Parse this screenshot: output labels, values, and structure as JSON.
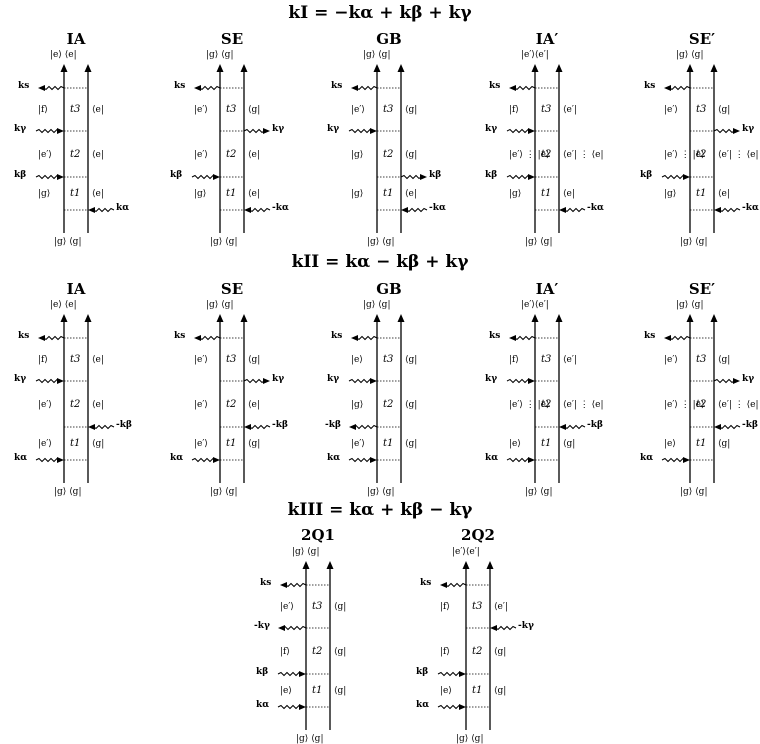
{
  "sections": [
    {
      "title": "kI = −kα + kβ + kγ",
      "diagrams": [
        {
          "title": "IA",
          "top": "|e⟩ ⟨e|",
          "bottom": "|g⟩ ⟨g|",
          "rows": [
            {
              "left": "|f⟩",
              "t": "t3",
              "right": "⟨e|"
            },
            {
              "left": "|e′⟩",
              "t": "t2",
              "right": "⟨e|"
            },
            {
              "left": "|g⟩",
              "t": "t1",
              "right": "⟨e|"
            }
          ],
          "ks": "ks",
          "fields": [
            {
              "label": "kγ",
              "side": "left",
              "dir": "in"
            },
            {
              "label": "kβ",
              "side": "left",
              "dir": "in"
            },
            {
              "label": "kα",
              "side": "right",
              "dir": "in"
            }
          ]
        },
        {
          "title": "SE",
          "top": "|g⟩ ⟨g|",
          "bottom": "|g⟩ ⟨g|",
          "rows": [
            {
              "left": "|e′⟩",
              "t": "t3",
              "right": "⟨g|"
            },
            {
              "left": "|e′⟩",
              "t": "t2",
              "right": "⟨e|"
            },
            {
              "left": "|g⟩",
              "t": "t1",
              "right": "⟨e|"
            }
          ],
          "ks": "ks",
          "fields": [
            {
              "label": "kγ",
              "side": "right",
              "dir": "out"
            },
            {
              "label": "kβ",
              "side": "left",
              "dir": "in"
            },
            {
              "label": "-kα",
              "side": "right",
              "dir": "in"
            }
          ]
        },
        {
          "title": "GB",
          "top": "|g⟩ ⟨g|",
          "bottom": "|g⟩ ⟨g|",
          "rows": [
            {
              "left": "|e′⟩",
              "t": "t3",
              "right": "⟨g|"
            },
            {
              "left": "|g⟩",
              "t": "t2",
              "right": "⟨g|"
            },
            {
              "left": "|g⟩",
              "t": "t1",
              "right": "⟨e|"
            }
          ],
          "ks": "ks",
          "fields": [
            {
              "label": "kγ",
              "side": "left",
              "dir": "in"
            },
            {
              "label": "kβ",
              "side": "right",
              "dir": "out"
            },
            {
              "label": "-kα",
              "side": "right",
              "dir": "in"
            }
          ]
        },
        {
          "title": "IA′",
          "top": "|e′⟩⟨e′|",
          "bottom": "|g⟩ ⟨g|",
          "rows": [
            {
              "left": "|f⟩",
              "t": "t3",
              "right": "⟨e′|"
            },
            {
              "left": "|e′⟩ ⋮ |e⟩",
              "t": "t2",
              "right": "⟨e′| ⋮ ⟨e|"
            },
            {
              "left": "|g⟩",
              "t": "t1",
              "right": "⟨e|"
            }
          ],
          "ks": "ks",
          "fields": [
            {
              "label": "kγ",
              "side": "left",
              "dir": "in"
            },
            {
              "label": "kβ",
              "side": "left",
              "dir": "in"
            },
            {
              "label": "-kα",
              "side": "right",
              "dir": "in"
            }
          ]
        },
        {
          "title": "SE′",
          "top": "|g⟩ ⟨g|",
          "bottom": "|g⟩ ⟨g|",
          "rows": [
            {
              "left": "|e′⟩",
              "t": "t3",
              "right": "⟨g|"
            },
            {
              "left": "|e′⟩ ⋮ |e⟩",
              "t": "t2",
              "right": "⟨e′| ⋮ ⟨e|"
            },
            {
              "left": "|g⟩",
              "t": "t1",
              "right": "⟨e|"
            }
          ],
          "ks": "ks",
          "fields": [
            {
              "label": "kγ",
              "side": "right",
              "dir": "out"
            },
            {
              "label": "kβ",
              "side": "left",
              "dir": "in"
            },
            {
              "label": "-kα",
              "side": "right",
              "dir": "in"
            }
          ]
        }
      ]
    },
    {
      "title": "kII = kα − kβ + kγ",
      "diagrams": [
        {
          "title": "IA",
          "top": "|e⟩ ⟨e|",
          "bottom": "|g⟩ ⟨g|",
          "rows": [
            {
              "left": "|f⟩",
              "t": "t3",
              "right": "⟨e|"
            },
            {
              "left": "|e′⟩",
              "t": "t2",
              "right": "⟨e|"
            },
            {
              "left": "|e′⟩",
              "t": "t1",
              "right": "⟨g|"
            }
          ],
          "ks": "ks",
          "fields": [
            {
              "label": "kγ",
              "side": "left",
              "dir": "in"
            },
            {
              "label": "-kβ",
              "side": "right",
              "dir": "in"
            },
            {
              "label": "kα",
              "side": "left",
              "dir": "in"
            }
          ]
        },
        {
          "title": "SE",
          "top": "|g⟩ ⟨g|",
          "bottom": "|g⟩ ⟨g|",
          "rows": [
            {
              "left": "|e′⟩",
              "t": "t3",
              "right": "⟨g|"
            },
            {
              "left": "|e′⟩",
              "t": "t2",
              "right": "⟨e|"
            },
            {
              "left": "|e′⟩",
              "t": "t1",
              "right": "⟨g|"
            }
          ],
          "ks": "ks",
          "fields": [
            {
              "label": "kγ",
              "side": "right",
              "dir": "out"
            },
            {
              "label": "-kβ",
              "side": "right",
              "dir": "in"
            },
            {
              "label": "kα",
              "side": "left",
              "dir": "in"
            }
          ]
        },
        {
          "title": "GB",
          "top": "|g⟩ ⟨g|",
          "bottom": "|g⟩ ⟨g|",
          "rows": [
            {
              "left": "|e⟩",
              "t": "t3",
              "right": "⟨g|"
            },
            {
              "left": "|g⟩",
              "t": "t2",
              "right": "⟨g|"
            },
            {
              "left": "|e′⟩",
              "t": "t1",
              "right": "⟨g|"
            }
          ],
          "ks": "ks",
          "fields": [
            {
              "label": "kγ",
              "side": "left",
              "dir": "in"
            },
            {
              "label": "-kβ",
              "side": "left",
              "dir": "out"
            },
            {
              "label": "kα",
              "side": "left",
              "dir": "in"
            }
          ]
        },
        {
          "title": "IA′",
          "top": "|e′⟩⟨e′|",
          "bottom": "|g⟩ ⟨g|",
          "rows": [
            {
              "left": "|f⟩",
              "t": "t3",
              "right": "⟨e′|"
            },
            {
              "left": "|e′⟩ ⋮ |e⟩",
              "t": "t2",
              "right": "⟨e′| ⋮ ⟨e|"
            },
            {
              "left": "|e⟩",
              "t": "t1",
              "right": "⟨g|"
            }
          ],
          "ks": "ks",
          "fields": [
            {
              "label": "kγ",
              "side": "left",
              "dir": "in"
            },
            {
              "label": "-kβ",
              "side": "right",
              "dir": "in"
            },
            {
              "label": "kα",
              "side": "left",
              "dir": "in"
            }
          ]
        },
        {
          "title": "SE′",
          "top": "|g⟩ ⟨g|",
          "bottom": "|g⟩ ⟨g|",
          "rows": [
            {
              "left": "|e′⟩",
              "t": "t3",
              "right": "⟨g|"
            },
            {
              "left": "|e′⟩ ⋮ |e⟩",
              "t": "t2",
              "right": "⟨e′| ⋮ ⟨e|"
            },
            {
              "left": "|e⟩",
              "t": "t1",
              "right": "⟨g|"
            }
          ],
          "ks": "ks",
          "fields": [
            {
              "label": "kγ",
              "side": "right",
              "dir": "out"
            },
            {
              "label": "-kβ",
              "side": "right",
              "dir": "in"
            },
            {
              "label": "kα",
              "side": "left",
              "dir": "in"
            }
          ]
        }
      ]
    },
    {
      "title": "kIII = kα + kβ − kγ",
      "diagrams": [
        {
          "title": "2Q1",
          "top": "|g⟩ ⟨g|",
          "bottom": "|g⟩ ⟨g|",
          "rows": [
            {
              "left": "|e′⟩",
              "t": "t3",
              "right": "⟨g|"
            },
            {
              "left": "|f⟩",
              "t": "t2",
              "right": "⟨g|"
            },
            {
              "left": "|e⟩",
              "t": "t1",
              "right": "⟨g|"
            }
          ],
          "ks": "ks",
          "fields": [
            {
              "label": "-kγ",
              "side": "left",
              "dir": "out"
            },
            {
              "label": "kβ",
              "side": "left",
              "dir": "in"
            },
            {
              "label": "kα",
              "side": "left",
              "dir": "in"
            }
          ]
        },
        {
          "title": "2Q2",
          "top": "|e′⟩⟨e′|",
          "bottom": "|g⟩ ⟨g|",
          "rows": [
            {
              "left": "|f⟩",
              "t": "t3",
              "right": "⟨e′|"
            },
            {
              "left": "|f⟩",
              "t": "t2",
              "right": "⟨g|"
            },
            {
              "left": "|e⟩",
              "t": "t1",
              "right": "⟨g|"
            }
          ],
          "ks": "ks",
          "fields": [
            {
              "label": "-kγ",
              "side": "right",
              "dir": "in"
            },
            {
              "label": "kβ",
              "side": "left",
              "dir": "in"
            },
            {
              "label": "kα",
              "side": "left",
              "dir": "in"
            }
          ]
        }
      ]
    }
  ]
}
